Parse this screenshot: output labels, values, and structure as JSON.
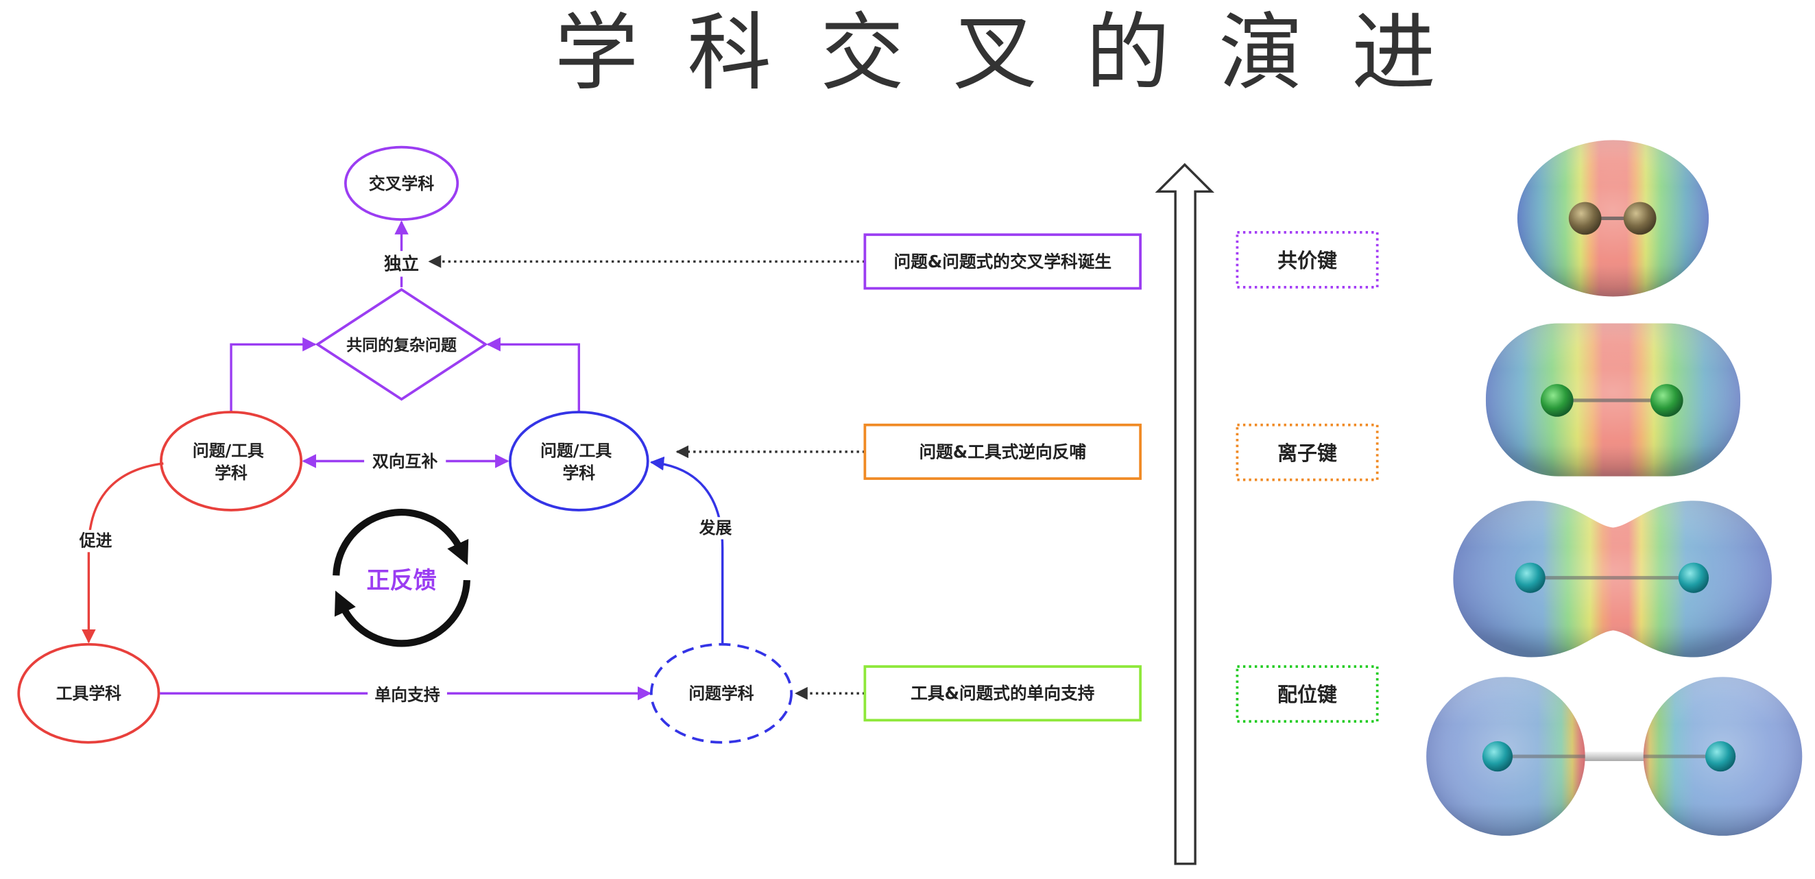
{
  "title": "学 科 交 叉 的 演 进",
  "colors": {
    "purple": "#9b3df2",
    "red": "#e8403c",
    "blue": "#3434e6",
    "orange": "#f08a24",
    "lime": "#8ee83a",
    "green": "#22cc22",
    "bond_purple": "#a33cf5",
    "black": "#111111",
    "connector": "#333333"
  },
  "flowchart": {
    "interdisciplinary": "交叉学科",
    "independent": "独立",
    "common_problem": "共同的复杂问题",
    "left_discipline": [
      "问题/工具",
      "学科"
    ],
    "right_discipline": [
      "问题/工具",
      "学科"
    ],
    "bidirectional": "双向互补",
    "promote": "促进",
    "tool_discipline": "工具学科",
    "one_way_support": "单向支持",
    "problem_discipline": "问题学科",
    "develop": "发展",
    "positive_feedback": "正反馈"
  },
  "stages": [
    {
      "label": "问题&问题式的交叉学科诞生",
      "color": "#9b3df2"
    },
    {
      "label": "问题&工具式逆向反哺",
      "color": "#f08a24"
    },
    {
      "label": "工具&问题式的单向支持",
      "color": "#8ee83a"
    }
  ],
  "bonds": [
    {
      "label": "共价键",
      "color": "#a33cf5"
    },
    {
      "label": "离子键",
      "color": "#f08a24"
    },
    {
      "label": "配位键",
      "color": "#22cc22"
    }
  ]
}
